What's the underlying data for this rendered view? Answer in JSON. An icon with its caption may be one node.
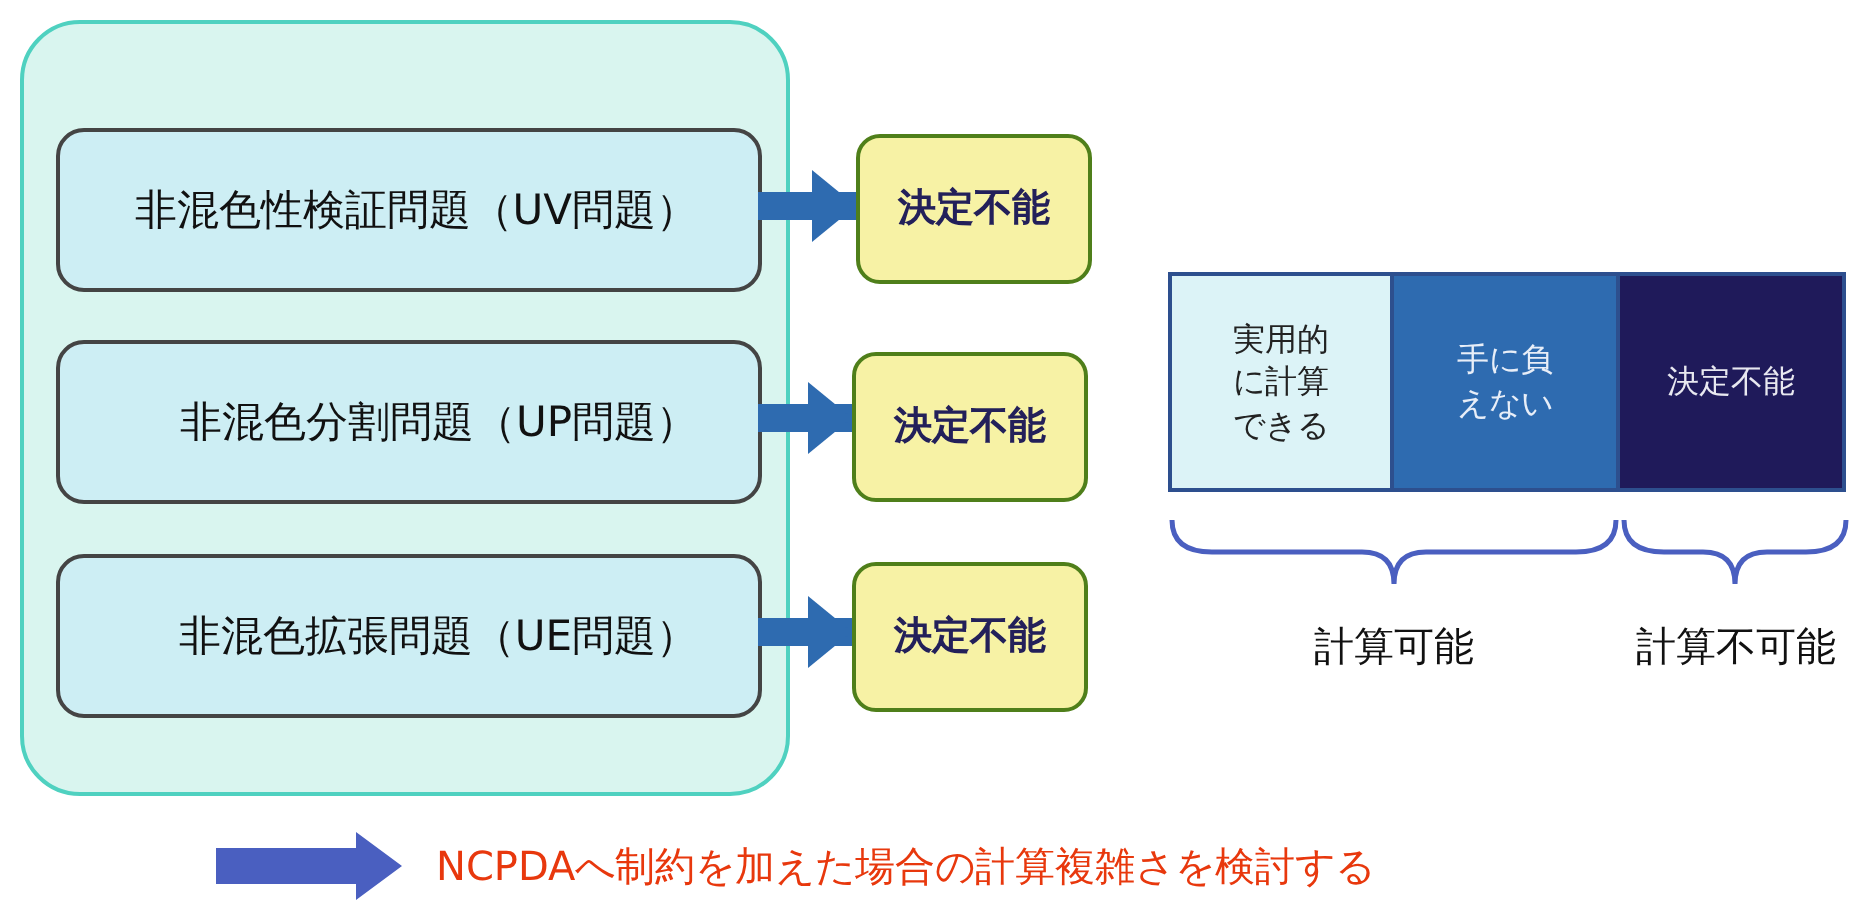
{
  "diagram": {
    "nodes": [
      {
        "text": [],
        "shape": "box"
      },
      {
        "text": [
          "非混色性検証問題（UV問題）"
        ],
        "in": 0
      },
      {
        "text": [
          "非混色分割問題（UP問題）"
        ],
        "in": 0
      },
      {
        "text": [
          "非混色拡張問題（UE問題）"
        ],
        "in": 0
      },
      {
        "text": [
          "決定不能"
        ]
      },
      {
        "text": [
          "決定不能"
        ]
      },
      {
        "text": [
          "決定不能"
        ]
      },
      {
        "text": [
          "実用的に計算できる"
        ]
      },
      {
        "text": [
          "手に負えない"
        ]
      },
      {
        "text": [
          "決定不能"
        ]
      }
    ],
    "edges": [
      {
        "from": 1,
        "to": 4,
        "arrow": "to"
      },
      {
        "from": 2,
        "to": 5,
        "arrow": "to"
      },
      {
        "from": 3,
        "to": 6,
        "arrow": "to"
      }
    ],
    "labels": [
      "計算可能",
      "計算不可能",
      "NCPDAへ制約を加えた場合の計算複雑さを検討する"
    ]
  }
}
